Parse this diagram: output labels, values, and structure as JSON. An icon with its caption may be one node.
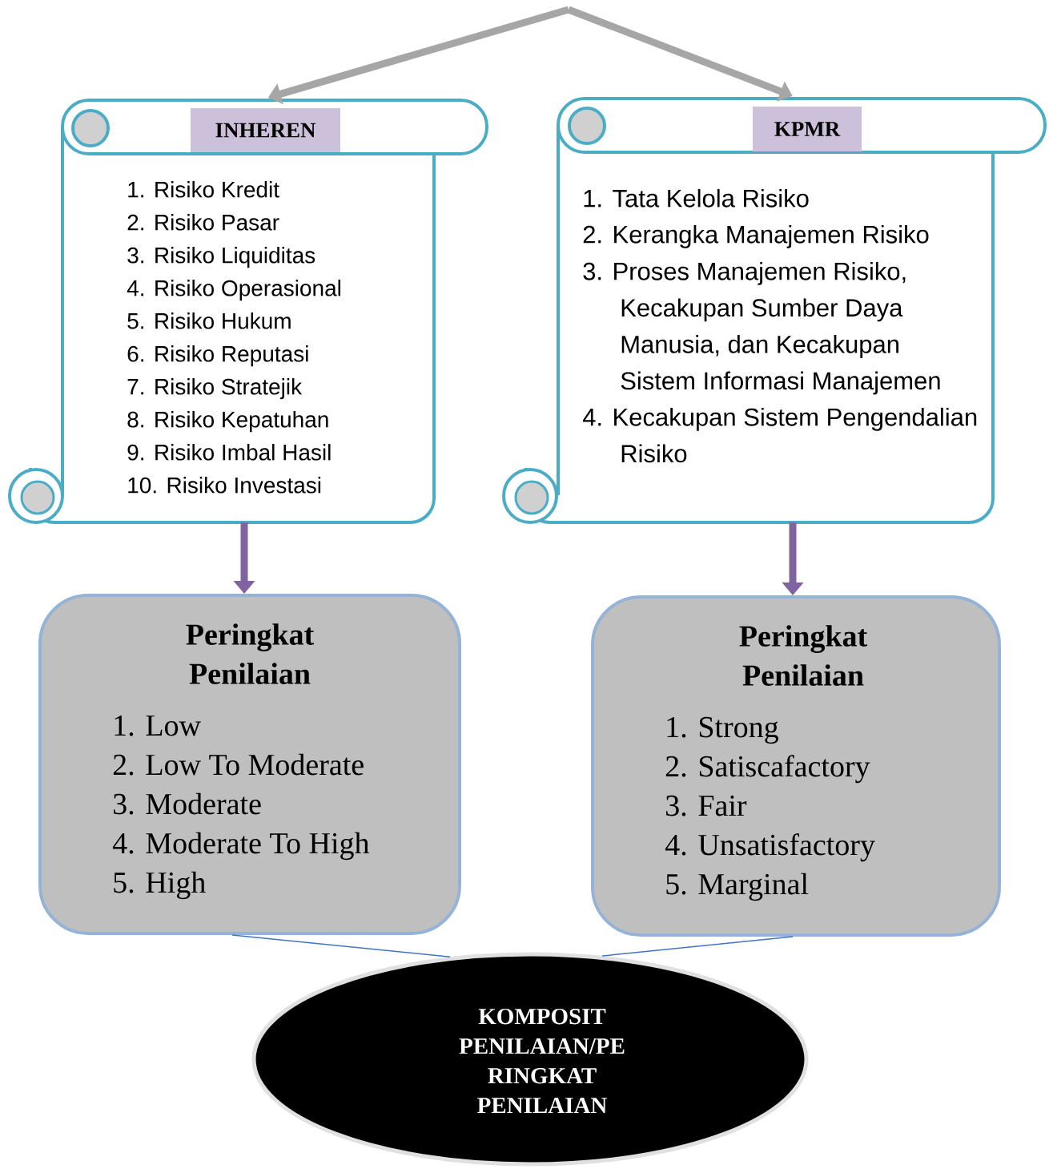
{
  "diagram": {
    "nodes": [
      {
        "text": [
          "INHEREN",
          "1. Risiko Kredit",
          "2. Risiko Pasar",
          "3. Risiko Liquiditas",
          "4. Risiko Operasional",
          "5. Risiko Hukum",
          "6. Risiko Reputasi",
          "7. Risiko Stratejik",
          "8. Risiko Kepatuhan",
          "9. Risiko Imbal Hasil",
          "10. Risiko Investasi"
        ]
      },
      {
        "text": [
          "KPMR",
          "1. Tata Kelola Risiko",
          "2. Kerangka Manajemen Risiko",
          "3. Proses Manajemen Risiko, Kecakupan Sumber Daya Manusia, dan Kecakupan Sistem Informasi Manajemen",
          "4. Kecakupan Sistem Pengendalian Risiko"
        ]
      },
      {
        "text": [
          "Peringkat Penilaian",
          "1. Low",
          "2. Low To Moderate",
          "3. Moderate",
          "4. Moderate To High",
          "5. High"
        ]
      },
      {
        "text": [
          "Peringkat Penilaian",
          "1. Strong",
          "2. Satiscafactory",
          "3. Fair",
          "4. Unsatisfactory",
          "5. Marginal"
        ]
      },
      {
        "text": [
          "KOMPOSIT PENILAIAN/PE RINGKAT PENILAIAN"
        ]
      }
    ],
    "edges": [
      {
        "from": null,
        "to": 0,
        "arrow": "to",
        "color": "#a6a6a6"
      },
      {
        "from": null,
        "to": 1,
        "arrow": "to",
        "color": "#a6a6a6"
      },
      {
        "from": 0,
        "to": 2,
        "arrow": "to",
        "color": "#8064a2"
      },
      {
        "from": 1,
        "to": 3,
        "arrow": "to",
        "color": "#8064a2"
      },
      {
        "from": 2,
        "to": 4,
        "arrow": "none",
        "color": "#4472c4"
      },
      {
        "from": 3,
        "to": 4,
        "arrow": "none",
        "color": "#4472c4"
      }
    ]
  }
}
